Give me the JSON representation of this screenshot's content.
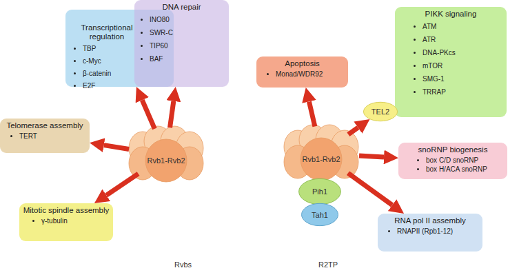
{
  "diagram": {
    "nodes": [
      {
        "text": [
          "Transcriptional regulation",
          "TBP",
          "c-Myc",
          "β-catenin",
          "E2F"
        ]
      },
      {
        "text": [
          "DNA repair",
          "INO80",
          "SWR-C",
          "TIP60",
          "BAF"
        ]
      },
      {
        "text": [
          "Apoptosis",
          "Monad/WDR92"
        ]
      },
      {
        "text": [
          "PIKK signaling",
          "ATM",
          "ATR",
          "DNA-PKcs",
          "mTOR",
          "SMG-1",
          "TRRAP"
        ]
      },
      {
        "text": [
          "TEL2"
        ]
      },
      {
        "text": [
          "Telomerase assembly",
          "TERT"
        ]
      },
      {
        "text": [
          "Rvb1-Rvb2"
        ]
      },
      {
        "text": [
          "Rvb1-Rvb2"
        ]
      },
      {
        "text": [
          "snoRNP biogenesis",
          "box C/D snoRNP",
          "box H/ACA snoRNP"
        ]
      },
      {
        "text": [
          "Pih1"
        ]
      },
      {
        "text": [
          "Mitotic spindle assembly",
          "γ-tubulin"
        ]
      },
      {
        "text": [
          "Tah1"
        ]
      },
      {
        "text": [
          "RNA pol II assembly",
          "RNAPII (Rpb1-12)"
        ]
      }
    ],
    "edges": [
      {
        "from": 6,
        "to": 0,
        "arrow": "to"
      },
      {
        "from": 6,
        "to": 1,
        "arrow": "to"
      },
      {
        "from": 6,
        "to": 5,
        "arrow": "to"
      },
      {
        "from": 6,
        "to": 10,
        "arrow": "to"
      },
      {
        "from": 7,
        "to": 2,
        "arrow": "to"
      },
      {
        "from": 7,
        "to": 4,
        "arrow": "to"
      },
      {
        "from": 7,
        "to": 8,
        "arrow": "to"
      },
      {
        "from": 7,
        "to": 12,
        "arrow": "to"
      }
    ],
    "labels": [
      "Rvbs",
      "R2TP"
    ]
  }
}
